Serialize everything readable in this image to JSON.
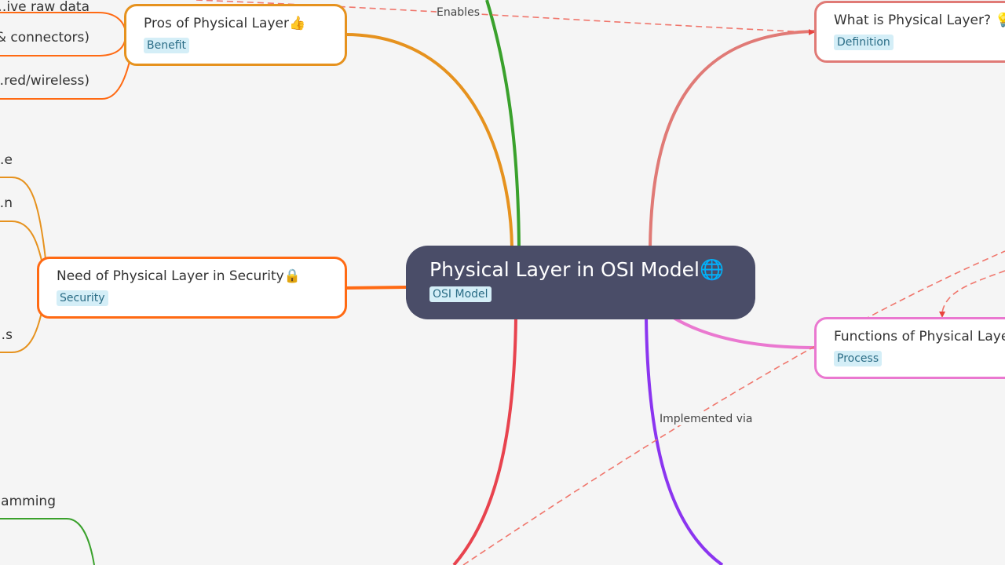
{
  "root": {
    "title": "Physical Layer in OSI Model🌐",
    "tag": "OSI Model"
  },
  "nodes": [
    {
      "title": "Pros of Physical Layer👍",
      "tag": "Benefit",
      "color": "#e6921e"
    },
    {
      "title": "Need of Physical Layer in Security🔒",
      "tag": "Security",
      "color": "#ff6a13"
    },
    {
      "title": "What is Physical Layer? 💡",
      "tag": "Definition",
      "color": "#e07a76"
    },
    {
      "title": "Functions of Physical Layer",
      "tag": "Process",
      "color": "#ea78d0"
    }
  ],
  "leaves": [
    "…ive raw data",
    "…& connectors)",
    "…red/wireless)",
    "…e",
    "…n",
    "…s",
    "…amming"
  ],
  "edge_labels": {
    "enables": "Enables",
    "implemented": "Implemented via"
  },
  "colors": {
    "green": "#3aa12c",
    "red": "#e8434e",
    "purple": "#8b35f0",
    "dashed": "#f0766c"
  }
}
